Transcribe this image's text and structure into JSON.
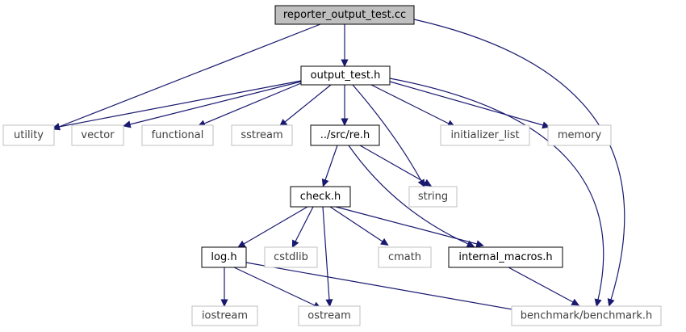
{
  "graph": {
    "nodes": [
      {
        "id": "reporter_output_test",
        "label": "reporter_output_test.cc",
        "kind": "root"
      },
      {
        "id": "output_test",
        "label": "output_test.h",
        "kind": "local"
      },
      {
        "id": "utility",
        "label": "utility",
        "kind": "system"
      },
      {
        "id": "vector",
        "label": "vector",
        "kind": "system"
      },
      {
        "id": "functional",
        "label": "functional",
        "kind": "system"
      },
      {
        "id": "sstream",
        "label": "sstream",
        "kind": "system"
      },
      {
        "id": "re",
        "label": "../src/re.h",
        "kind": "local"
      },
      {
        "id": "initializer_list",
        "label": "initializer_list",
        "kind": "system"
      },
      {
        "id": "memory",
        "label": "memory",
        "kind": "system"
      },
      {
        "id": "check",
        "label": "check.h",
        "kind": "local"
      },
      {
        "id": "string",
        "label": "string",
        "kind": "system"
      },
      {
        "id": "log",
        "label": "log.h",
        "kind": "local"
      },
      {
        "id": "cstdlib",
        "label": "cstdlib",
        "kind": "system"
      },
      {
        "id": "cmath",
        "label": "cmath",
        "kind": "system"
      },
      {
        "id": "internal_macros",
        "label": "internal_macros.h",
        "kind": "local"
      },
      {
        "id": "iostream",
        "label": "iostream",
        "kind": "system"
      },
      {
        "id": "ostream",
        "label": "ostream",
        "kind": "system"
      },
      {
        "id": "benchmark",
        "label": "benchmark/benchmark.h",
        "kind": "system"
      }
    ],
    "edges": [
      {
        "from": "reporter_output_test",
        "to": "output_test"
      },
      {
        "from": "reporter_output_test",
        "to": "utility"
      },
      {
        "from": "reporter_output_test",
        "to": "benchmark"
      },
      {
        "from": "output_test",
        "to": "utility"
      },
      {
        "from": "output_test",
        "to": "vector"
      },
      {
        "from": "output_test",
        "to": "functional"
      },
      {
        "from": "output_test",
        "to": "sstream"
      },
      {
        "from": "output_test",
        "to": "re"
      },
      {
        "from": "output_test",
        "to": "initializer_list"
      },
      {
        "from": "output_test",
        "to": "memory"
      },
      {
        "from": "output_test",
        "to": "string"
      },
      {
        "from": "output_test",
        "to": "benchmark"
      },
      {
        "from": "re",
        "to": "check"
      },
      {
        "from": "re",
        "to": "string"
      },
      {
        "from": "re",
        "to": "internal_macros"
      },
      {
        "from": "check",
        "to": "log"
      },
      {
        "from": "check",
        "to": "cstdlib"
      },
      {
        "from": "check",
        "to": "ostream"
      },
      {
        "from": "check",
        "to": "cmath"
      },
      {
        "from": "check",
        "to": "internal_macros"
      },
      {
        "from": "log",
        "to": "iostream"
      },
      {
        "from": "log",
        "to": "ostream"
      },
      {
        "from": "log",
        "to": "benchmark"
      },
      {
        "from": "internal_macros",
        "to": "benchmark"
      }
    ]
  }
}
